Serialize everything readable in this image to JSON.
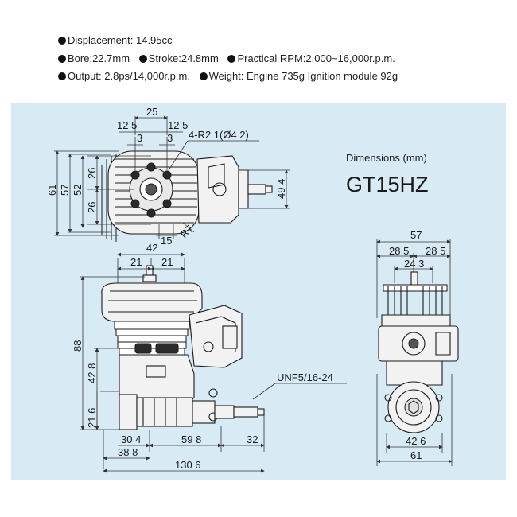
{
  "specs": {
    "row1": [
      {
        "label": "Displacement: 14.95cc"
      }
    ],
    "row2": [
      {
        "label": "Bore:22.7mm"
      },
      {
        "label": "Stroke:24.8mm"
      },
      {
        "label": "Practical RPM:2,000~16,000r.p.m."
      }
    ],
    "row3": [
      {
        "label": "Output:   2.8ps/14,000r.p.m."
      },
      {
        "label": "Weight: Engine  735g    Ignition module 92g"
      }
    ]
  },
  "drawing": {
    "subtitle": "Dimensions (mm)",
    "model": "GT15HZ",
    "top_view": {
      "d_25": "25",
      "d_125_left": "12 5",
      "d_125_right": "12 5",
      "d_3_left": "3",
      "d_3_right": "3",
      "hole_note": "4-R2 1(Ø4 2)",
      "d_61": "61",
      "d_57": "57",
      "d_52": "52",
      "d_26_top": "26",
      "d_26_bottom": "26",
      "d_494": "49 4",
      "d_15": "15",
      "d_r7": "R7"
    },
    "side_view": {
      "d_42": "42",
      "d_21_left": "21",
      "d_21_right": "21",
      "d_88": "88",
      "d_428": "42 8",
      "d_216": "21 6",
      "thread_note": "UNF5/16-24",
      "d_304": "30 4",
      "d_598": "59 8",
      "d_32": "32",
      "d_388": "38 8",
      "d_1306": "130 6"
    },
    "rear_view": {
      "d_57": "57",
      "d_285_left": "28 5",
      "d_285_right": "28 5",
      "d_243": "24 3",
      "d_426": "42 6",
      "d_61": "61"
    }
  },
  "colors": {
    "panel_background": "#d8ebf4",
    "line": "#1a1a1a",
    "page_background": "#ffffff"
  }
}
